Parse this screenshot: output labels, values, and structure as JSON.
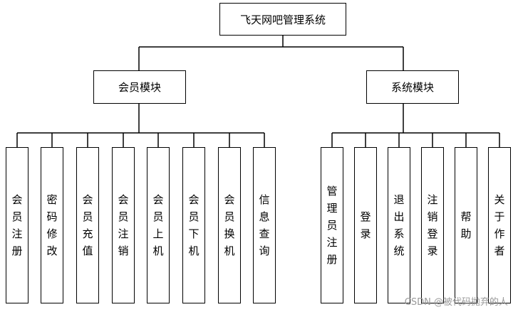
{
  "root": {
    "label": "飞天网吧管理系统"
  },
  "modules": [
    {
      "label": "会员模块",
      "children": [
        "会员注册",
        "密码修改",
        "会员充值",
        "会员注销",
        "会员上机",
        "会员下机",
        "会员换机",
        "信息查询"
      ]
    },
    {
      "label": "系统模块",
      "children": [
        "管理员注册",
        "登录",
        "退出系统",
        "注销登录",
        "帮助",
        "关于作者"
      ]
    }
  ],
  "watermark": "CSDN @被代码抛弃的人",
  "colors": {
    "line": "#000000",
    "box_border": "#000000",
    "background": "#ffffff",
    "watermark": "#9a9a9a"
  }
}
